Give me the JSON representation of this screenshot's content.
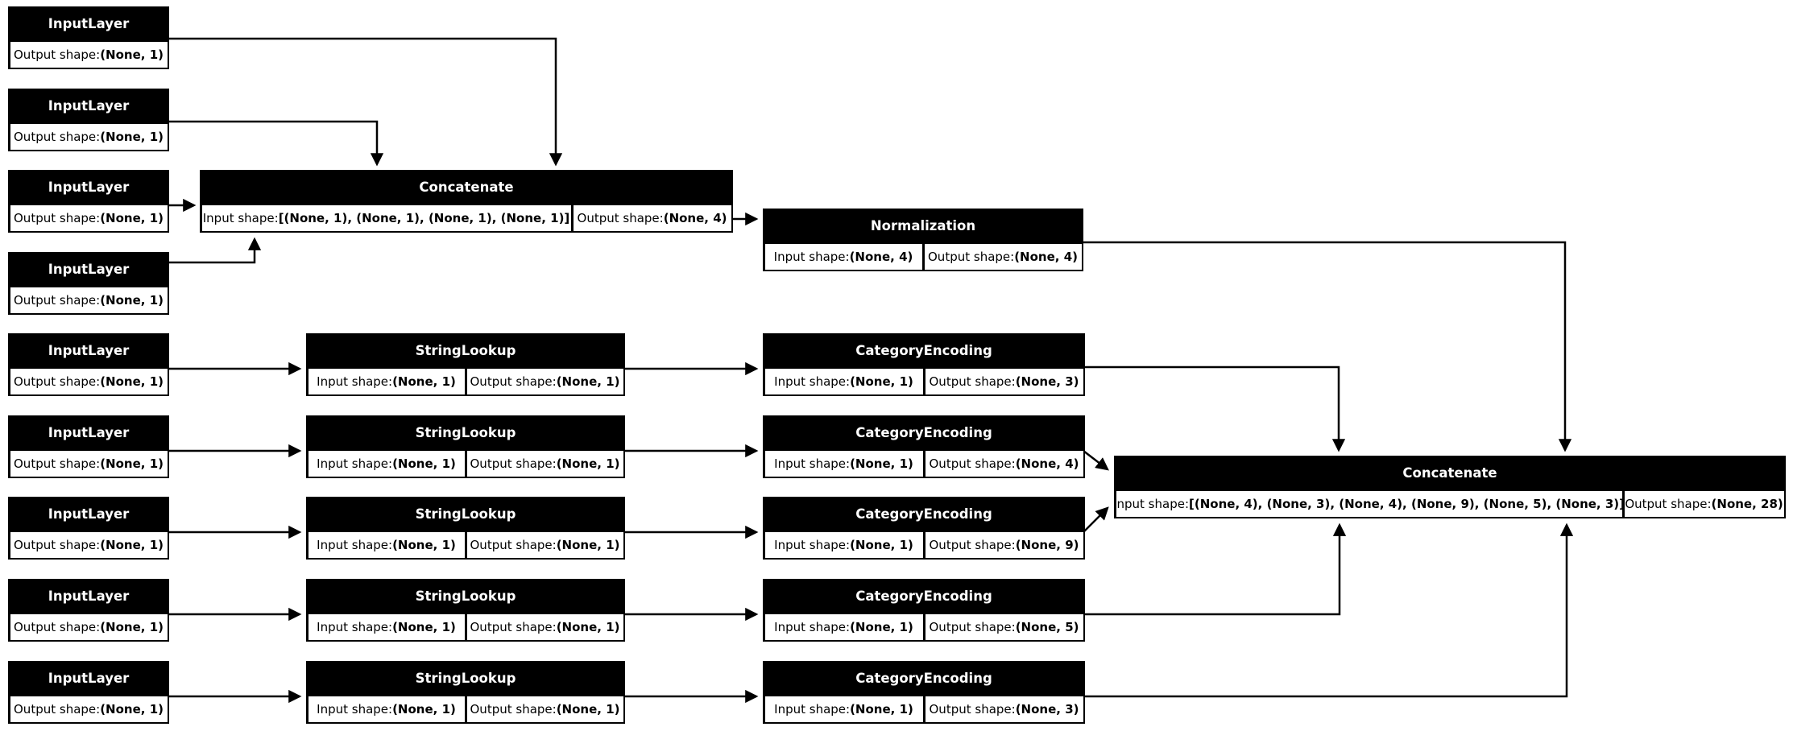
{
  "diagram": {
    "type": "keras-model-graph",
    "colors": {
      "node_fill": "#000000",
      "node_title_text": "#ffffff",
      "cell_fill": "#ffffff",
      "cell_text": "#000000",
      "edge": "#000000",
      "background": "#ffffff"
    }
  },
  "labels": {
    "input_shape": "Input shape: ",
    "output_shape": "Output shape: "
  },
  "nodes": {
    "input_layers": [
      {
        "title": "InputLayer",
        "output_shape": "(None, 1)"
      },
      {
        "title": "InputLayer",
        "output_shape": "(None, 1)"
      },
      {
        "title": "InputLayer",
        "output_shape": "(None, 1)"
      },
      {
        "title": "InputLayer",
        "output_shape": "(None, 1)"
      },
      {
        "title": "InputLayer",
        "output_shape": "(None, 1)"
      },
      {
        "title": "InputLayer",
        "output_shape": "(None, 1)"
      },
      {
        "title": "InputLayer",
        "output_shape": "(None, 1)"
      },
      {
        "title": "InputLayer",
        "output_shape": "(None, 1)"
      },
      {
        "title": "InputLayer",
        "output_shape": "(None, 1)"
      }
    ],
    "string_lookups": [
      {
        "title": "StringLookup",
        "input_shape": "(None, 1)",
        "output_shape": "(None, 1)"
      },
      {
        "title": "StringLookup",
        "input_shape": "(None, 1)",
        "output_shape": "(None, 1)"
      },
      {
        "title": "StringLookup",
        "input_shape": "(None, 1)",
        "output_shape": "(None, 1)"
      },
      {
        "title": "StringLookup",
        "input_shape": "(None, 1)",
        "output_shape": "(None, 1)"
      },
      {
        "title": "StringLookup",
        "input_shape": "(None, 1)",
        "output_shape": "(None, 1)"
      }
    ],
    "category_encodings": [
      {
        "title": "CategoryEncoding",
        "input_shape": "(None, 1)",
        "output_shape": "(None, 3)"
      },
      {
        "title": "CategoryEncoding",
        "input_shape": "(None, 1)",
        "output_shape": "(None, 4)"
      },
      {
        "title": "CategoryEncoding",
        "input_shape": "(None, 1)",
        "output_shape": "(None, 9)"
      },
      {
        "title": "CategoryEncoding",
        "input_shape": "(None, 1)",
        "output_shape": "(None, 5)"
      },
      {
        "title": "CategoryEncoding",
        "input_shape": "(None, 1)",
        "output_shape": "(None, 3)"
      }
    ],
    "concatenate_1": {
      "title": "Concatenate",
      "input_shape": "[(None, 1), (None, 1), (None, 1), (None, 1)]",
      "output_shape": "(None, 4)"
    },
    "normalization": {
      "title": "Normalization",
      "input_shape": "(None, 4)",
      "output_shape": "(None, 4)"
    },
    "concatenate_2": {
      "title": "Concatenate",
      "input_shape": "[(None, 4), (None, 3), (None, 4), (None, 9), (None, 5), (None, 3)]",
      "output_shape": "(None, 28)"
    }
  }
}
